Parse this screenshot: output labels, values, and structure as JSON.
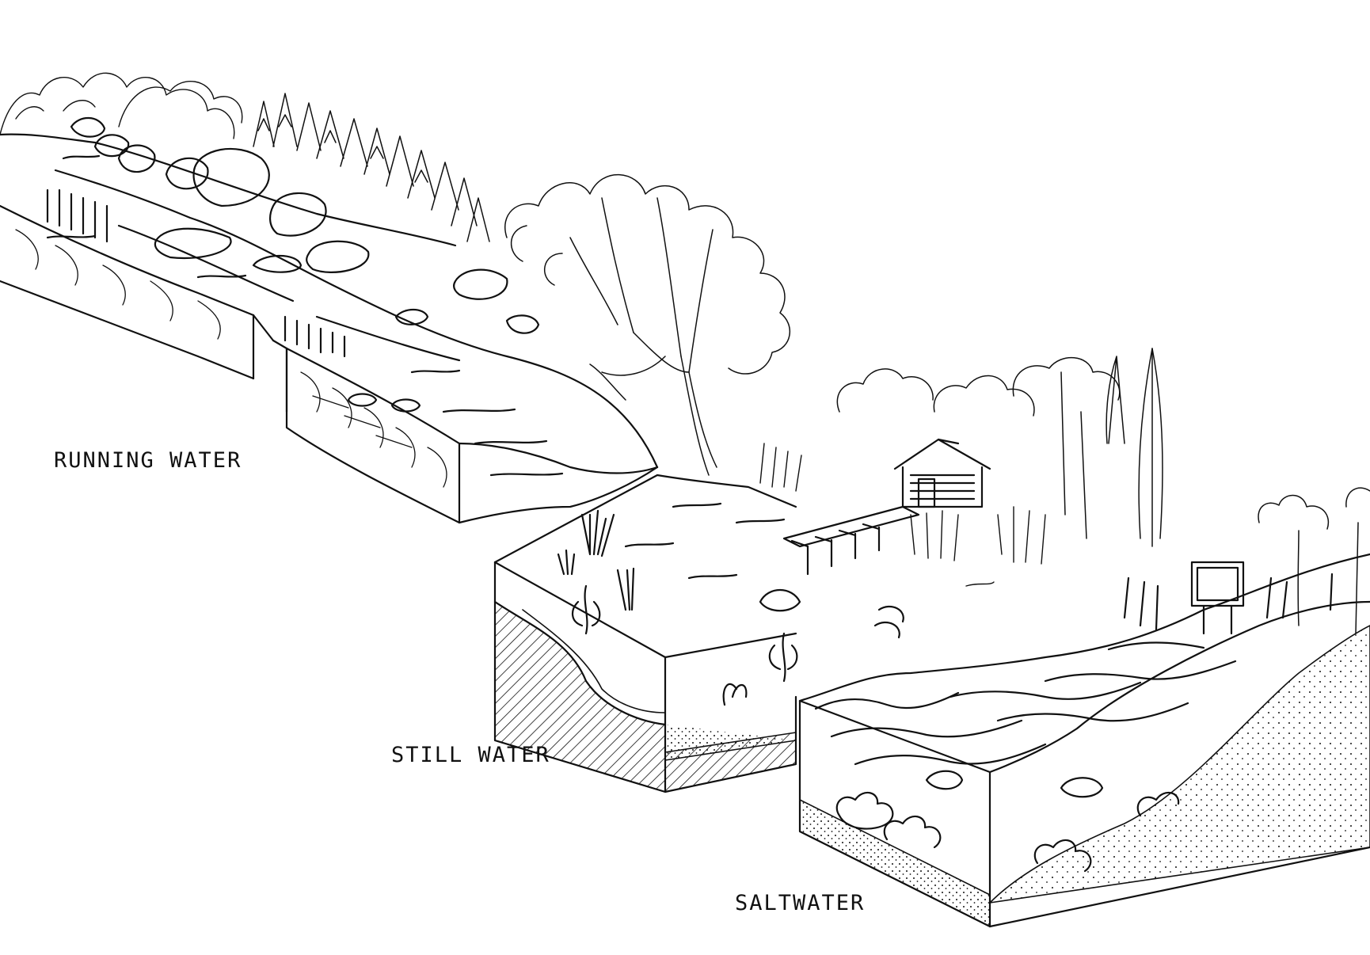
{
  "labels": {
    "running_water": "RUNNING WATER",
    "still_water": "STILL WATER",
    "saltwater": "SALTWATER"
  },
  "colors": {
    "ink": "#111111",
    "paper": "#ffffff"
  }
}
